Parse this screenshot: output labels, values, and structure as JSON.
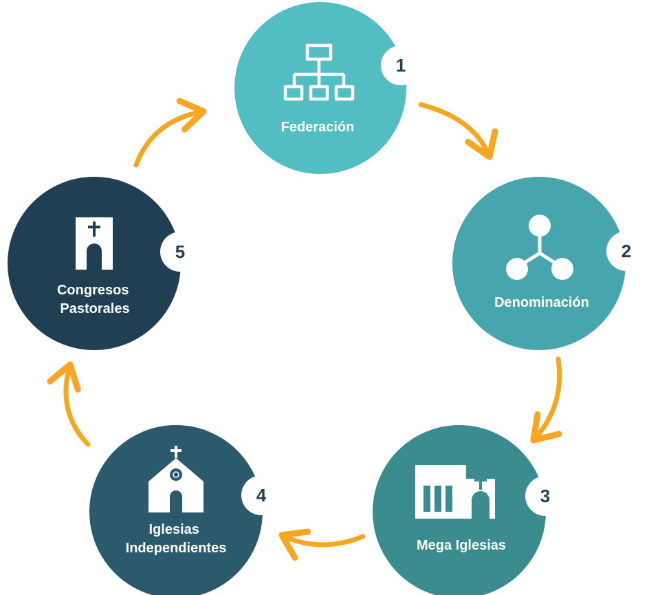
{
  "colors": {
    "arrow": "#f6a623",
    "badge_bg": "#ffffff",
    "badge_text": "#243f52",
    "label_text": "#ffffff"
  },
  "nodes": [
    {
      "number": "1",
      "label_lines": [
        "Federación"
      ],
      "color": "#53bdc4",
      "icon": "org-chart-icon"
    },
    {
      "number": "2",
      "label_lines": [
        "Denominación"
      ],
      "color": "#47a6ad",
      "icon": "network-nodes-icon"
    },
    {
      "number": "3",
      "label_lines": [
        "Mega Iglesias"
      ],
      "color": "#3b8c8f",
      "icon": "mega-church-icon"
    },
    {
      "number": "4",
      "label_lines": [
        "Iglesias",
        "Independientes"
      ],
      "color": "#2b5a6c",
      "icon": "chapel-icon"
    },
    {
      "number": "5",
      "label_lines": [
        "Congresos",
        "Pastorales"
      ],
      "color": "#203f53",
      "icon": "archway-cross-icon"
    }
  ]
}
